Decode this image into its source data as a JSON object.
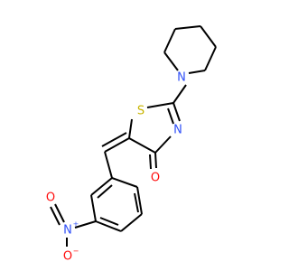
{
  "molecule": {
    "atoms": {
      "n_pip": {
        "symbol": "N",
        "color": "#3050F8"
      },
      "s_ring": {
        "symbol": "S",
        "color": "#C8B400"
      },
      "n_ring": {
        "symbol": "N",
        "color": "#3050F8"
      },
      "o_carbonyl": {
        "symbol": "O",
        "color": "#FF0D0D"
      },
      "n_nitro": {
        "symbol": "N",
        "charge": "+",
        "color": "#3050F8"
      },
      "o_nitro_top": {
        "symbol": "O",
        "color": "#FF0D0D"
      },
      "o_nitro_bottom": {
        "symbol": "O",
        "charge": "−",
        "color": "#FF0D0D"
      }
    },
    "bond_color": "#000000"
  }
}
